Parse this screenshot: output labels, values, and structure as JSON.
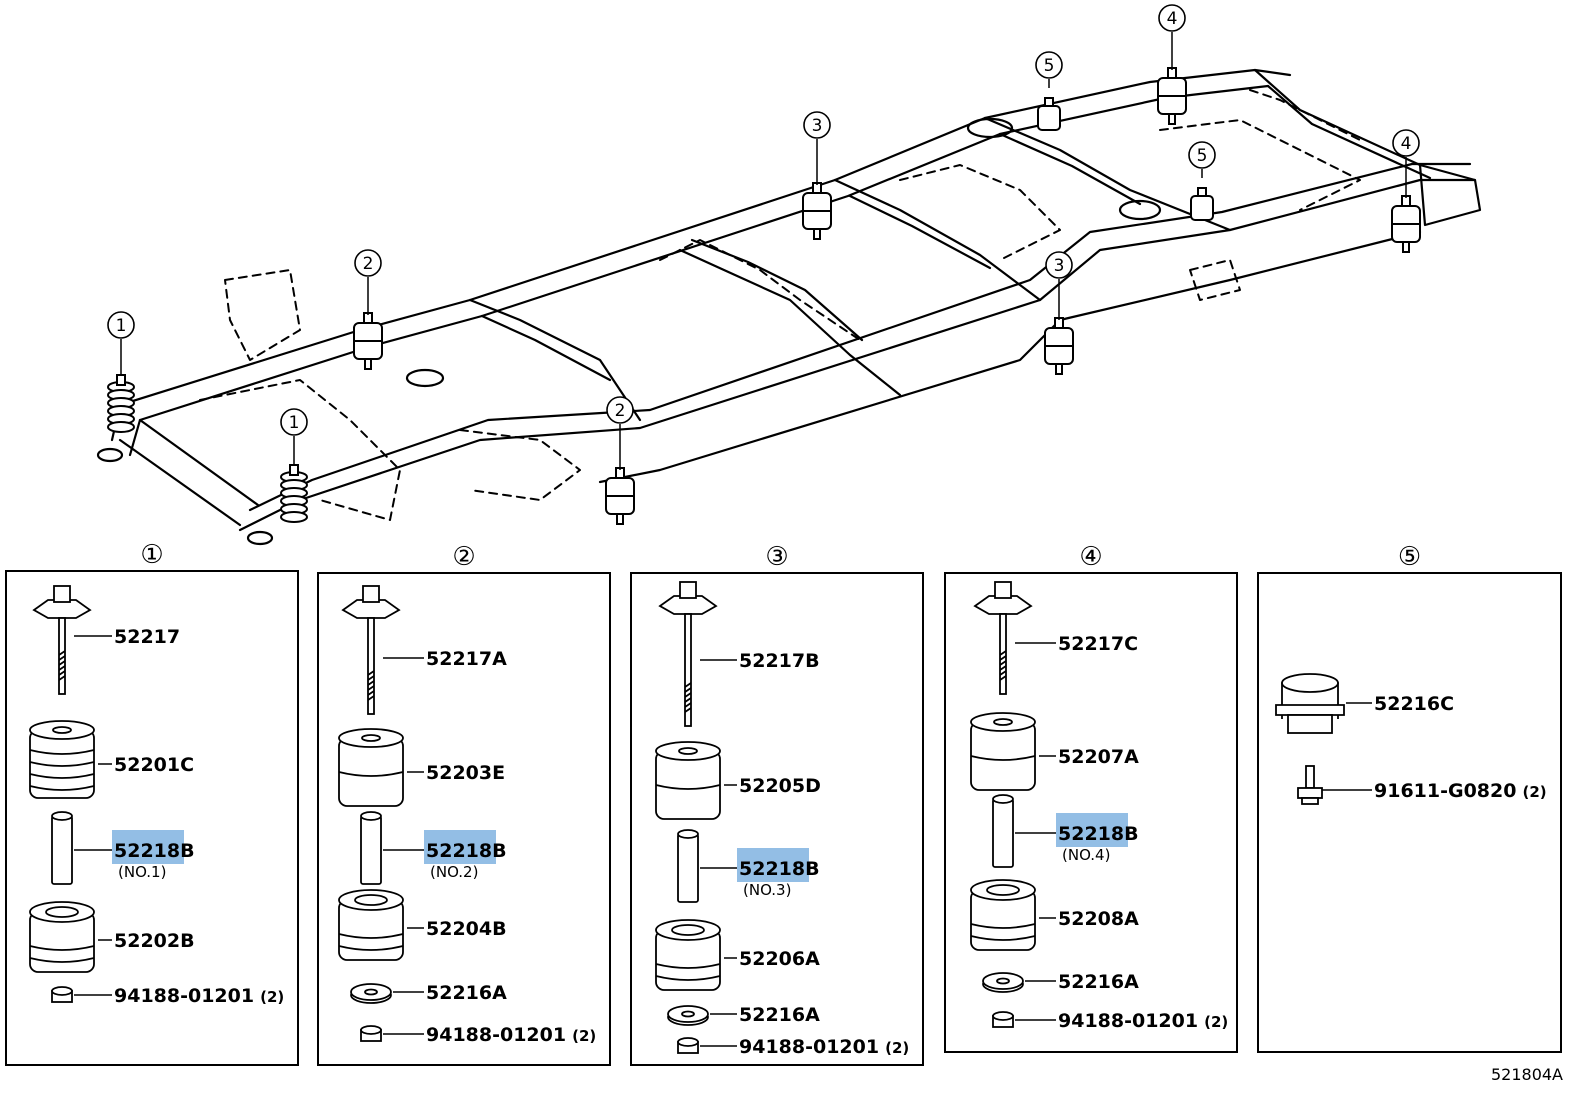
{
  "illustration_code": "521804A",
  "frame_callouts": [
    "1",
    "1",
    "2",
    "2",
    "3",
    "3",
    "4",
    "4",
    "5",
    "5"
  ],
  "groups": [
    {
      "id": "1",
      "parts": [
        {
          "pn": "52217"
        },
        {
          "pn": "52201C"
        },
        {
          "pn": "52218",
          "suffix": "B",
          "note": "(NO.1)",
          "highlight": true
        },
        {
          "pn": "52202B"
        },
        {
          "pn": "94188-01201",
          "qty": "(2)"
        }
      ]
    },
    {
      "id": "2",
      "parts": [
        {
          "pn": "52217A"
        },
        {
          "pn": "52203E"
        },
        {
          "pn": "52218",
          "suffix": "B",
          "note": "(NO.2)",
          "highlight": true
        },
        {
          "pn": "52204B"
        },
        {
          "pn": "52216A"
        },
        {
          "pn": "94188-01201",
          "qty": "(2)"
        }
      ]
    },
    {
      "id": "3",
      "parts": [
        {
          "pn": "52217B"
        },
        {
          "pn": "52205D"
        },
        {
          "pn": "52218",
          "suffix": "B",
          "note": "(NO.3)",
          "highlight": true
        },
        {
          "pn": "52206A"
        },
        {
          "pn": "52216A"
        },
        {
          "pn": "94188-01201",
          "qty": "(2)"
        }
      ]
    },
    {
      "id": "4",
      "parts": [
        {
          "pn": "52217C"
        },
        {
          "pn": "52207A"
        },
        {
          "pn": "52218",
          "suffix": "B",
          "note": "(NO.4)",
          "highlight": true
        },
        {
          "pn": "52208A"
        },
        {
          "pn": "52216A"
        },
        {
          "pn": "94188-01201",
          "qty": "(2)"
        }
      ]
    },
    {
      "id": "5",
      "parts": [
        {
          "pn": "52216C"
        },
        {
          "pn": "91611-G0820",
          "qty": "(2)"
        }
      ]
    }
  ],
  "colors": {
    "line": "#000000",
    "highlight": "#6fa8dc",
    "background": "#ffffff"
  }
}
